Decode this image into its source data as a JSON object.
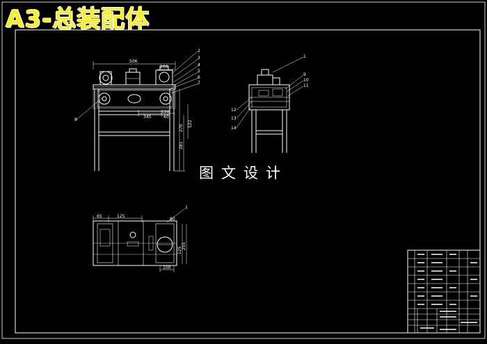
{
  "title": "A3-总装配体",
  "watermark": "图文设计",
  "colors": {
    "background": "#000000",
    "lines": "#ffffff",
    "title": "#f5ee28"
  },
  "dimensions": {
    "front_width": "506",
    "front_top_right": "200",
    "front_bottom_left": "345",
    "front_bottom_small": "60",
    "front_bottom_mid": "120",
    "front_height_1": "270",
    "front_height_2": "522",
    "front_height_3": "281",
    "plan_left": "65",
    "plan_mid": "125",
    "plan_top_right": "80",
    "plan_right_h1": "255",
    "plan_right_h2": "125",
    "plan_bottom": "100"
  },
  "balloons": {
    "front": [
      "2",
      "3",
      "4",
      "5",
      "6",
      "7",
      "8"
    ],
    "side": [
      "1",
      "9",
      "10",
      "11",
      "12",
      "13",
      "14"
    ],
    "plan": [
      "1"
    ]
  }
}
